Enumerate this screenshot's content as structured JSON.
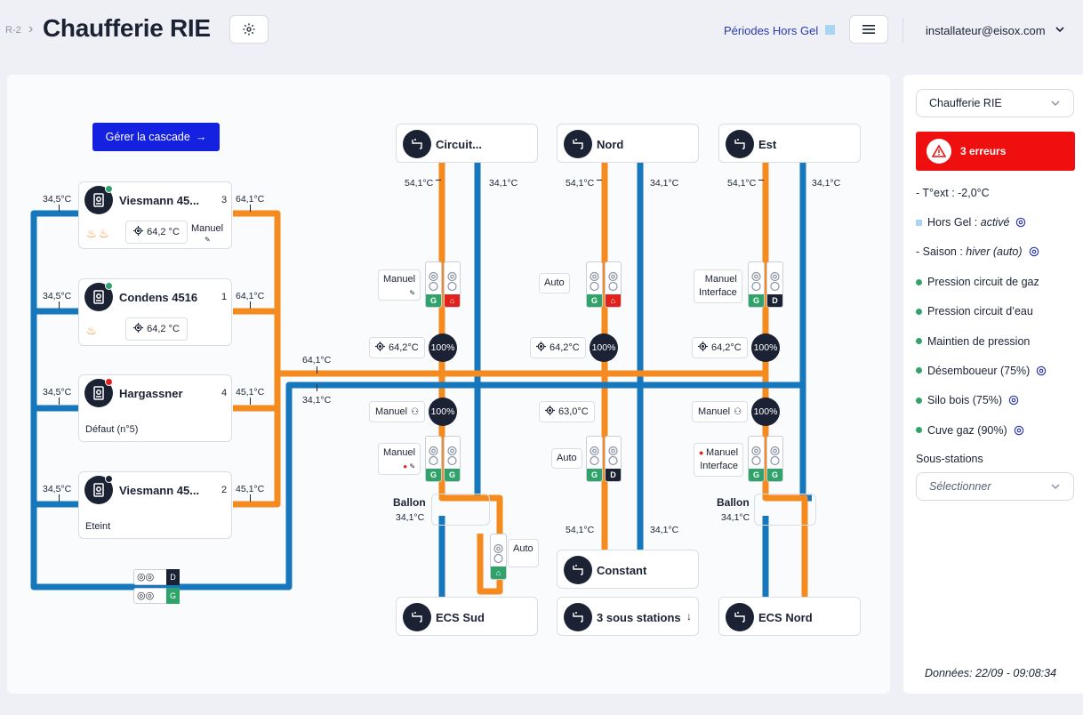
{
  "header": {
    "breadcrumb": "R-2",
    "title": "Chaufferie RIE",
    "hors_gel_link": "Périodes Hors Gel",
    "user_email": "installateur@eisox.com"
  },
  "cascade_button": "Gérer la cascade",
  "boilers": [
    {
      "name": "Viesmann 45...",
      "rank": "3",
      "setpoint": "64,2 °C",
      "mode": "Manuel",
      "status": "",
      "status_color": "#2fa36a",
      "flames": 2,
      "temp_in": "34,5°C",
      "temp_out": "64,1°C"
    },
    {
      "name": "Condens 4516",
      "rank": "1",
      "setpoint": "64,2 °C",
      "mode": "",
      "status": "",
      "status_color": "#2fa36a",
      "flames": 1,
      "temp_in": "34,5°C",
      "temp_out": "64,1°C"
    },
    {
      "name": "Hargassner",
      "rank": "4",
      "setpoint": "",
      "mode": "",
      "status": "Défaut (n°5)",
      "status_color": "#e2211c",
      "flames": 0,
      "temp_in": "34,5°C",
      "temp_out": "45,1°C"
    },
    {
      "name": "Viesmann 45...",
      "rank": "2",
      "setpoint": "",
      "mode": "",
      "status": "Eteint",
      "status_color": "#1a2233",
      "flames": 0,
      "temp_in": "34,5°C",
      "temp_out": "45,1°C"
    }
  ],
  "main_line": {
    "temp_supply": "64,1°C",
    "temp_return": "34,1°C"
  },
  "bottom_pumps": {
    "top_state": "D",
    "bottom_state": "G"
  },
  "circuits": [
    {
      "name": "Circuit...",
      "temp_supply": "54,1°C",
      "temp_return": "34,1°C",
      "mode": "Manuel",
      "pump_states": [
        "G",
        "R"
      ],
      "valve_setpoint": "64,2°C",
      "valve_pct": "100%"
    },
    {
      "name": "Nord",
      "temp_supply": "54,1°C",
      "temp_return": "34,1°C",
      "mode": "Auto",
      "pump_states": [
        "G",
        "R"
      ],
      "valve_setpoint": "64,2°C",
      "valve_pct": "100%"
    },
    {
      "name": "Est",
      "temp_supply": "54,1°C",
      "temp_return": "34,1°C",
      "mode_line1": "Manuel",
      "mode_line2": "Interface",
      "pump_states": [
        "G",
        "D"
      ],
      "valve_setpoint": "64,2°C",
      "valve_pct": "100%"
    }
  ],
  "secondary": [
    {
      "valve_mode": "Manuel",
      "valve_pct": "100%",
      "pump_mode": "Manuel",
      "pump_states": [
        "G",
        "G"
      ],
      "ballon": "Ballon",
      "ballon_temp": "34,1°C",
      "ecs_pump_mode": "Auto",
      "destination": "ECS Sud"
    },
    {
      "valve_setpoint": "63,0°C",
      "pump_mode": "Auto",
      "pump_states": [
        "G",
        "D"
      ],
      "temp_supply": "54,1°C",
      "temp_return": "34,1°C",
      "collector": "Constant",
      "destination": "3 sous stations"
    },
    {
      "valve_mode": "Manuel",
      "valve_pct": "100%",
      "pump_mode_line1": "Manuel",
      "pump_mode_line2": "Interface",
      "pump_states": [
        "G",
        "G"
      ],
      "ballon": "Ballon",
      "ballon_temp": "34,1°C",
      "destination": "ECS Nord"
    }
  ],
  "sidebar": {
    "plant_select": "Chaufferie RIE",
    "errors": "3 erreurs",
    "text_ext": "- T°ext : -2,0°C",
    "hors_gel_label": "Hors Gel : ",
    "hors_gel_value": "activé",
    "saison_label": "- Saison : ",
    "saison_value": "hiver (auto)",
    "indicators": [
      "Pression circuit de gaz",
      "Pression circuit d’eau",
      "Maintien de pression",
      "Désemboueur (75%)",
      "Silo bois (75%)",
      "Cuve gaz (90%)"
    ],
    "sous_stations_label": "Sous-stations",
    "sous_stations_placeholder": "Sélectionner",
    "data_timestamp": "Données: 22/09 - 09:08:34"
  },
  "colors": {
    "hot": "#f58a1f",
    "cold": "#1777bd",
    "primary": "#1421e0",
    "error": "#ef0f0f",
    "ok": "#2fa36a"
  }
}
